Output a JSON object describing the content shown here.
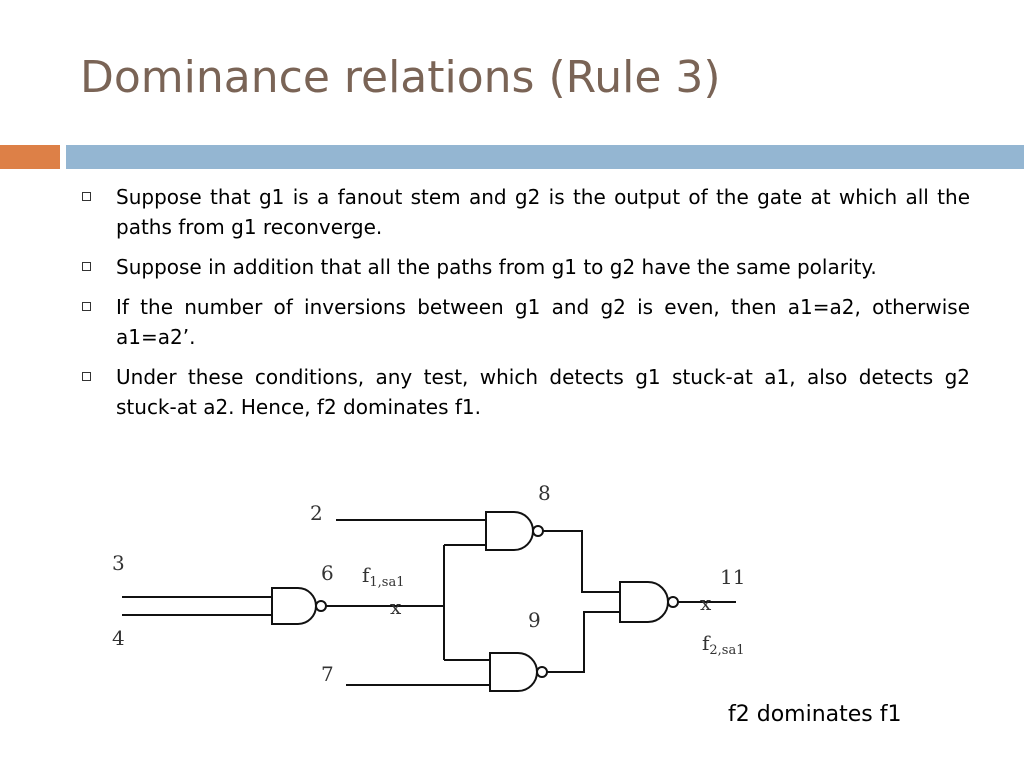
{
  "slide": {
    "title": "Dominance relations (Rule 3)",
    "bullets": [
      "Suppose that g1 is a fanout stem and g2 is the output of the gate at which all the paths from g1 reconverge.",
      "Suppose in addition that all the paths from g1 to g2 have the same polarity.",
      "If the number of inversions between g1 and g2 is even, then a1=a2, otherwise a1=a2’.",
      "Under these conditions, any test, which detects g1 stuck-at a1, also detects g2 stuck-at a2. Hence, f2 dominates f1."
    ],
    "caption": "f2 dominates f1",
    "accent_colors": {
      "orange": "#dd8047",
      "blue": "#94b6d2",
      "title": "#7a6456"
    }
  },
  "circuit": {
    "labels": {
      "n2": "2",
      "n3": "3",
      "n4": "4",
      "n6": "6",
      "n7": "7",
      "n8": "8",
      "n9": "9",
      "n11": "11",
      "f1_main": "f",
      "f1_sub": "1,sa1",
      "f2_main": "f",
      "f2_sub": "2,sa1"
    },
    "fault_marker": "x"
  }
}
